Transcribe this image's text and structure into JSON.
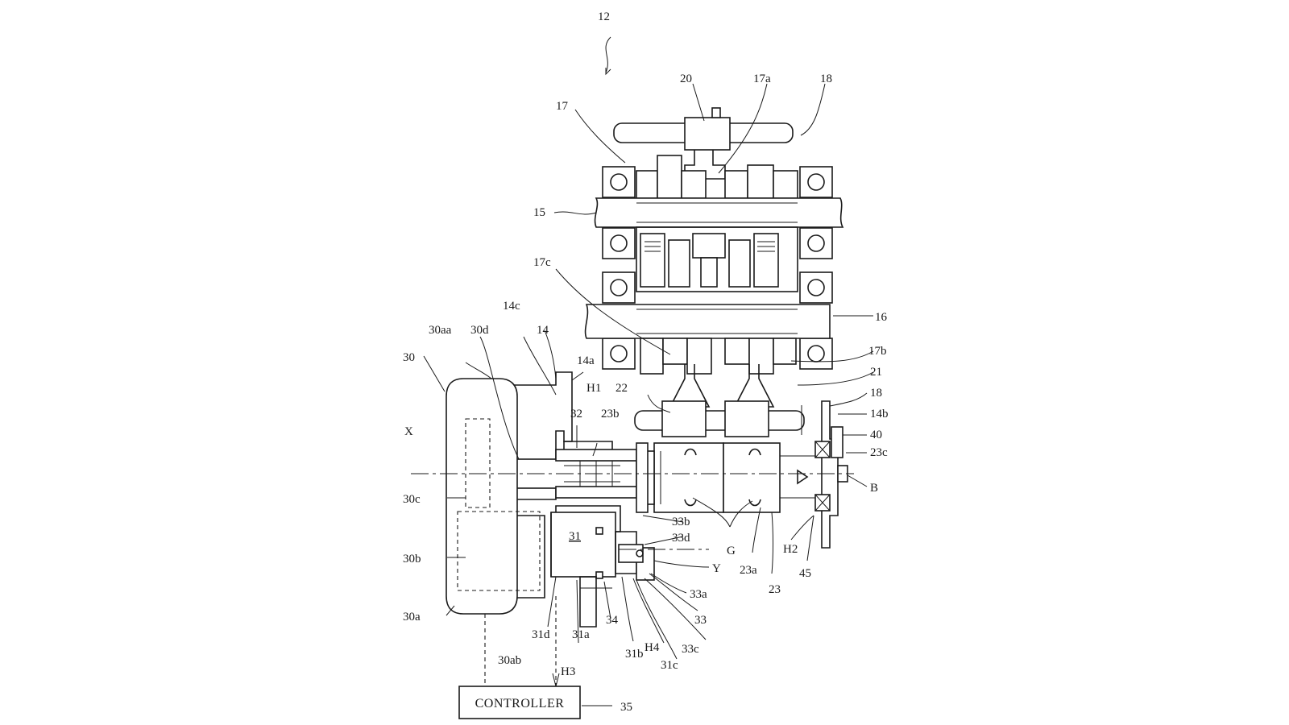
{
  "labels": {
    "l12": "12",
    "l20": "20",
    "l17a": "17a",
    "l18_top": "18",
    "l17": "17",
    "l15": "15",
    "l17c": "17c",
    "l16": "16",
    "l14c": "14c",
    "l14": "14",
    "l30aa": "30aa",
    "l30d": "30d",
    "l30": "30",
    "l14a": "14a",
    "l17b": "17b",
    "l21": "21",
    "l22": "22",
    "lH1": "H1",
    "l18_mid": "18",
    "l14b": "14b",
    "l32": "32",
    "l23b": "23b",
    "l40": "40",
    "lX": "X",
    "l23c": "23c",
    "l30c": "30c",
    "lB": "B",
    "l33b": "33b",
    "l31": "31",
    "l33d": "33d",
    "lG": "G",
    "lH2": "H2",
    "l30b": "30b",
    "lY": "Y",
    "l23a": "23a",
    "l45": "45",
    "l23": "23",
    "l33a": "33a",
    "l30a": "30a",
    "l33": "33",
    "l34": "34",
    "l31d": "31d",
    "l31a": "31a",
    "lH4": "H4",
    "l33c": "33c",
    "l30ab": "30ab",
    "l31b": "31b",
    "l31c": "31c",
    "lH3": "H3",
    "l35": "35"
  },
  "controller": {
    "label": "CONTROLLER"
  }
}
